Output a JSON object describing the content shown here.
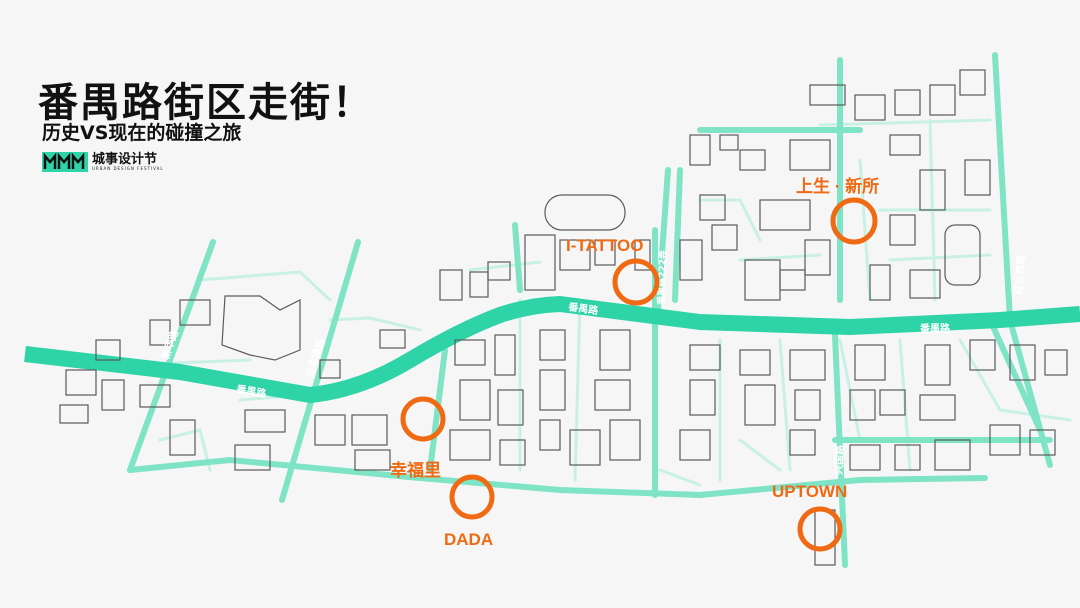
{
  "header": {
    "title": "番禺路街区走街！",
    "subtitle": "历史VS现在的碰撞之旅",
    "logo_text": "城事设计节",
    "logo_subtext": "URBAN DESIGN FESTIVAL"
  },
  "colors": {
    "main_road": "#2fd3a8",
    "minor_road": "#7fe3c6",
    "lane": "#c8f1e4",
    "block_outline": "#5b5b5b",
    "poi": "#f06a14",
    "background": "#f6f6f6"
  },
  "streets": {
    "panyu_road": "番禺路",
    "xinhua_road": "新华路",
    "fahua_road": "法华镇路",
    "lane_222": "番禺路222弄",
    "yanan_road": "延安西路",
    "xingguo_road": "兴国路"
  },
  "pois": [
    {
      "id": "shangsheng",
      "label": "上生 · 新所"
    },
    {
      "id": "itattoo",
      "label": "I-TATTOO"
    },
    {
      "id": "xingfuli",
      "label": "幸福里"
    },
    {
      "id": "dada",
      "label": "DADA"
    },
    {
      "id": "uptown",
      "label": "UPTOWN"
    }
  ]
}
